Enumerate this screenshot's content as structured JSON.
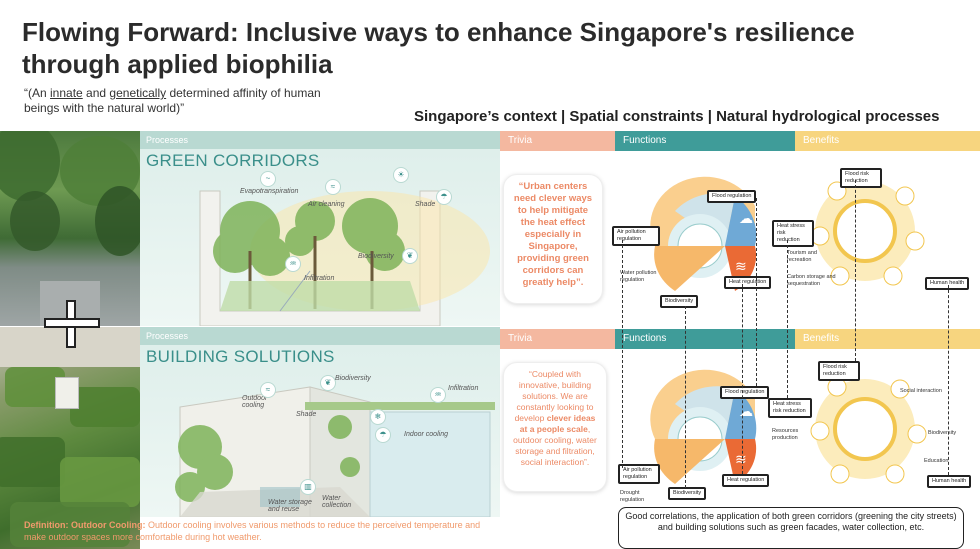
{
  "title_line1": "Flowing Forward: Inclusive ways to enhance Singapore's resilience",
  "title_line2": "through applied biophilia",
  "quote": {
    "open": "“(An ",
    "w1": "innate",
    "mid": " and ",
    "w2": "genetically",
    "rest": " determined affinity of human beings with the natural world)”"
  },
  "context_line": "Singapore’s context | Spatial constraints | Natural hydrological processes",
  "green_corridors": {
    "processes_tag": "Processes",
    "heading": "GREEN CORRIDORS",
    "labels": [
      "Evapotranspiration",
      "Air cleaning",
      "Shade",
      "Biodiversity",
      "Infiltration"
    ],
    "trivia_tag": "Trivia",
    "functions_tag": "Functions",
    "benefits_tag": "Benefits",
    "trivia": "“Urban centers need clever ways to help mitigate the heat effect especially in Singapore, providing green corridors can greatly help”.",
    "functions": {
      "flood": "Flood regulation",
      "air": "Air pollution regulation",
      "water": "Water pollution regulation",
      "heat": "Heat regulation",
      "biodiversity": "Biodiversity",
      "heat_stress": "Heat stress risk reduction"
    },
    "benefits": {
      "flood_risk": "Flood risk reduction",
      "tourism": "Tourism and recreation",
      "carbon": "Carbon storage and sequestration",
      "human_health": "Human health"
    }
  },
  "building_solutions": {
    "processes_tag": "Processes",
    "heading": "BUILDING SOLUTIONS",
    "labels": [
      "Biodiversity",
      "Infiltration",
      "Outdoor cooling",
      "Shade",
      "Indoor cooling",
      "Water storage and reuse",
      "Water collection"
    ],
    "trivia_tag": "Trivia",
    "functions_tag": "Functions",
    "benefits_tag": "Benefits",
    "trivia_parts": {
      "a": "“Coupled with innovative, building solutions. We are constantly looking to develop ",
      "b": "clever ideas at a people scale",
      "c": ", outdoor cooling, water storage and filtration, social interaction”."
    },
    "functions": {
      "flood": "Flood regulation",
      "heat_stress": "Heat stress risk reduction",
      "air": "Air pollution regulation",
      "drought": "Drought regulation",
      "biodiversity": "Biodiversity",
      "heat": "Heat regulation"
    },
    "benefits": {
      "flood_risk": "Flood risk reduction",
      "social": "Social interaction",
      "resources": "Resources production",
      "biodiversity": "Biodiversity",
      "education": "Education",
      "human_health": "Human health"
    }
  },
  "definition": {
    "term": "Definition: Outdoor Cooling:",
    "text": " Outdoor cooling involves various methods to reduce the perceived temperature and make outdoor spaces more comfortable during hot weather."
  },
  "summary": "Good correlations, the application of both green corridors (greening the city streets) and building solutions such as green facades, water collection, etc.",
  "colors": {
    "teal": "#3f9c99",
    "coral": "#f4b8a0",
    "yellow": "#f7d57f",
    "trivia_text": "#ec8a66"
  }
}
